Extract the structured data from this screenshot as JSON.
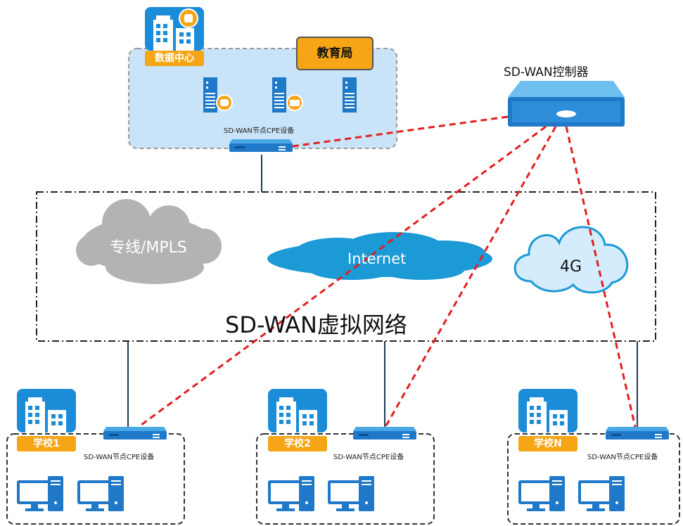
{
  "datacenter": {
    "badge": "数据中心",
    "title": "教育局",
    "cpe_label": "SD-WAN节点CPE设备"
  },
  "controller": {
    "label": "SD-WAN控制器"
  },
  "network": {
    "title": "SD-WAN虚拟网络",
    "clouds": [
      "专线/MPLS",
      "Internet",
      "4G"
    ]
  },
  "schools": [
    {
      "badge": "学校1",
      "cpe_label": "SD-WAN节点CPE设备"
    },
    {
      "badge": "学校2",
      "cpe_label": "SD-WAN节点CPE设备"
    },
    {
      "badge": "学校N",
      "cpe_label": "SD-WAN节点CPE设备"
    }
  ],
  "colors": {
    "accent": "#f5a516",
    "device_blue": "#1f78c8",
    "cloud_blue": "#1b9ad6",
    "cloud_gray": "#b3b3b3",
    "cloud_light": "#d4ecfb",
    "link_red": "#e11f1f",
    "panel_blue": "#c9e3f8"
  }
}
